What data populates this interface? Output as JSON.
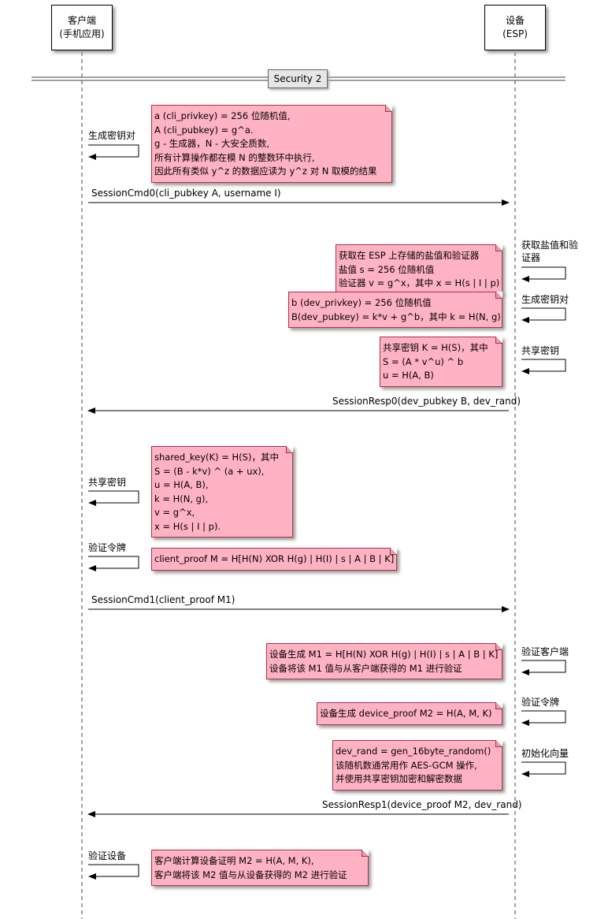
{
  "participants": {
    "client": {
      "line1": "客户端",
      "line2": "(手机应用)"
    },
    "device": {
      "line1": "设备",
      "line2": "(ESP)"
    }
  },
  "divider": {
    "label": "Security 2"
  },
  "self_messages": {
    "gen_keypair_client": "生成密钥对",
    "get_salt_verifier": [
      "获取盐值和验",
      "证器"
    ],
    "gen_keypair_device": "生成密钥对",
    "shared_key_device": "共享密钥",
    "shared_key_client": "共享密钥",
    "verify_token_client": "验证令牌",
    "verify_client": "验证客户端",
    "verify_token_device": "验证令牌",
    "init_vector": "初始化向量",
    "verify_device": "验证设备"
  },
  "messages": {
    "cmd0": "SessionCmd0(cli_pubkey A, username I)",
    "resp0": "SessionResp0(dev_pubkey B, dev_rand)",
    "cmd1": "SessionCmd1(client_proof M1)",
    "resp1": "SessionResp1(device_proof M2, dev_rand)"
  },
  "notes": {
    "client_keygen": [
      "a (cli_privkey) = 256 位随机值,",
      "A (cli_pubkey) = g^a.",
      "g - 生成器，N - 大安全质数,",
      "所有计算操作都在模 N 的整数环中执行,",
      "因此所有类似 y^z 的数据应读为 y^z 对 N 取模的结果"
    ],
    "salt_verifier": [
      "获取在 ESP 上存储的盐值和验证器",
      "盐值 s = 256 位随机值",
      "验证器 v = g^x，其中 x = H(s | I | p)"
    ],
    "device_keygen": [
      "b (dev_privkey) = 256 位随机值",
      "B(dev_pubkey) = k*v + g^b，其中 k = H(N, g)"
    ],
    "device_shared": [
      "共享密钥 K = H(S)，其中",
      "S = (A * v^u) ^ b",
      "u = H(A, B)"
    ],
    "client_shared": [
      "shared_key(K) = H(S)，其中",
      "S = (B - k*v) ^ (a + ux),",
      "u = H(A, B),",
      "k = H(N, g),",
      "v = g^x,",
      "x = H(s | I | p)."
    ],
    "client_proof": [
      "client_proof M = H[H(N) XOR H(g) | H(I) | s | A | B | K]"
    ],
    "device_verify": [
      "设备生成 M1 = H[H(N) XOR H(g) | H(I) | s | A | B | K]",
      "设备将该 M1 值与从客户端获得的 M1 进行验证"
    ],
    "device_proof": [
      "设备生成 device_proof M2 = H(A, M, K)"
    ],
    "dev_rand": [
      "dev_rand = gen_16byte_random()",
      "该随机数通常用作 AES-GCM 操作,",
      "并使用共享密钥加密和解密数据"
    ],
    "client_verify": [
      "客户端计算设备证明 M2 = H(A, M, K),",
      "客户端将该 M2 值与从设备获得的 M2 进行验证"
    ]
  }
}
